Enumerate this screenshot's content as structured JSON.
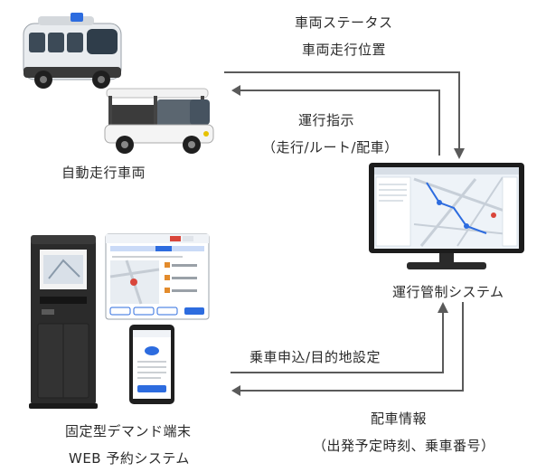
{
  "top": {
    "status_line1": "車両ステータス",
    "status_line2": "車両走行位置",
    "command_line1": "運行指示",
    "command_line2": "（走行/ルート/配車）",
    "vehicle_label": "自動走行車両",
    "system_label": "運行管制システム"
  },
  "bottom": {
    "request_label": "乗車申込/目的地設定",
    "dispatch_line1": "配車情報",
    "dispatch_line2": "（出発予定時刻、乗車番号）",
    "terminal_line1": "固定型デマンド端末",
    "terminal_line2": "WEB 予約システム"
  },
  "colors": {
    "bus_body": "#e9ecef",
    "cart_body": "#f4f4f4",
    "kiosk_body": "#2b2b2b",
    "monitor_frame": "#1c1c1c",
    "map_bg": "#eef3f8",
    "accent_blue": "#2d6cdf",
    "arrow": "#5a5a5a"
  }
}
